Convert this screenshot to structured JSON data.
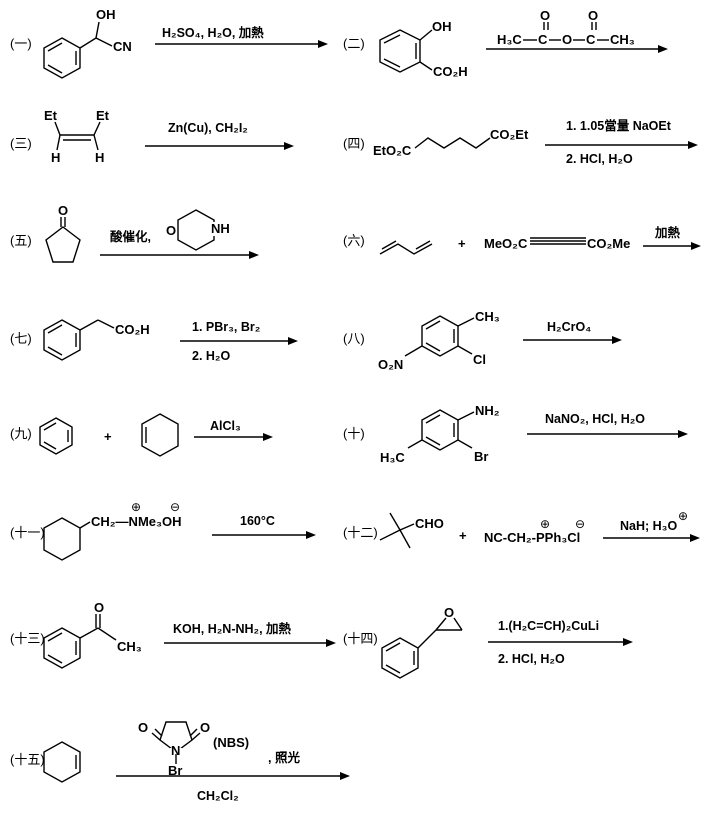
{
  "reactions": [
    {
      "number": "(一)",
      "molecule": {
        "oh": "OH",
        "cn": "CN"
      },
      "conditions": {
        "above": "H₂SO₄, H₂O, 加熱"
      }
    },
    {
      "number": "(二)",
      "molecule": {
        "oh": "OH",
        "co2h": "CO₂H"
      },
      "reagent": {
        "left": "H₃C",
        "o_left": "O",
        "o_mid": "O",
        "o_right": "O",
        "right": "CH₃"
      }
    },
    {
      "number": "(三)",
      "molecule": {
        "et1": "Et",
        "et2": "Et",
        "h1": "H",
        "h2": "H"
      },
      "conditions": {
        "above": "Zn(Cu), CH₂I₂"
      }
    },
    {
      "number": "(四)",
      "molecule": {
        "left": "EtO₂C",
        "right": "CO₂Et"
      },
      "conditions": {
        "above": "1. 1.05當量 NaOEt",
        "below": "2. HCl, H₂O"
      }
    },
    {
      "number": "(五)",
      "molecule": {
        "o": "O",
        "ring_o": "O",
        "nh": "NH"
      },
      "conditions": {
        "above": "酸催化,"
      }
    },
    {
      "number": "(六)",
      "plus": "+",
      "reagent": {
        "left": "MeO₂C",
        "right": "CO₂Me"
      },
      "conditions": {
        "above": "加熱"
      }
    },
    {
      "number": "(七)",
      "molecule": {
        "co2h": "CO₂H"
      },
      "conditions": {
        "above": "1. PBr₃, Br₂",
        "below": "2. H₂O"
      }
    },
    {
      "number": "(八)",
      "molecule": {
        "ch3": "CH₃",
        "cl": "Cl",
        "no2": "O₂N"
      },
      "conditions": {
        "above": "H₂CrO₄"
      }
    },
    {
      "number": "(九)",
      "plus": "+",
      "conditions": {
        "above": "AlCl₃"
      }
    },
    {
      "number": "(十)",
      "molecule": {
        "nh2": "NH₂",
        "br": "Br",
        "ch3": "H₃C"
      },
      "conditions": {
        "above": "NaNO₂, HCl, H₂O"
      }
    },
    {
      "number": "(十一)",
      "molecule": {
        "chain": "CH₂—NMe₃OH",
        "plus_charge": "⊕",
        "minus_charge": "⊖"
      },
      "conditions": {
        "above": "160°C"
      }
    },
    {
      "number": "(十二)",
      "molecule": {
        "cho": "CHO"
      },
      "plus": "+",
      "reagent": {
        "text": "NC-CH₂-PPh₃Cl",
        "plus_charge": "⊕",
        "minus_charge": "⊖"
      },
      "conditions": {
        "above": "NaH; H₃O",
        "plus_charge": "⊕"
      }
    },
    {
      "number": "(十三)",
      "molecule": {
        "o": "O",
        "ch3": "CH₃"
      },
      "conditions": {
        "above": "KOH, H₂N-NH₂, 加熱"
      }
    },
    {
      "number": "(十四)",
      "molecule": {
        "o": "O"
      },
      "conditions": {
        "above": "1.(H₂C=CH)₂CuLi",
        "below": "2. HCl, H₂O"
      }
    },
    {
      "number": "(十五)",
      "reagent": {
        "o1": "O",
        "o2": "O",
        "n": "N",
        "br": "Br",
        "label": "(NBS)",
        "light": ", 照光"
      },
      "conditions": {
        "below": "CH₂Cl₂"
      }
    }
  ]
}
